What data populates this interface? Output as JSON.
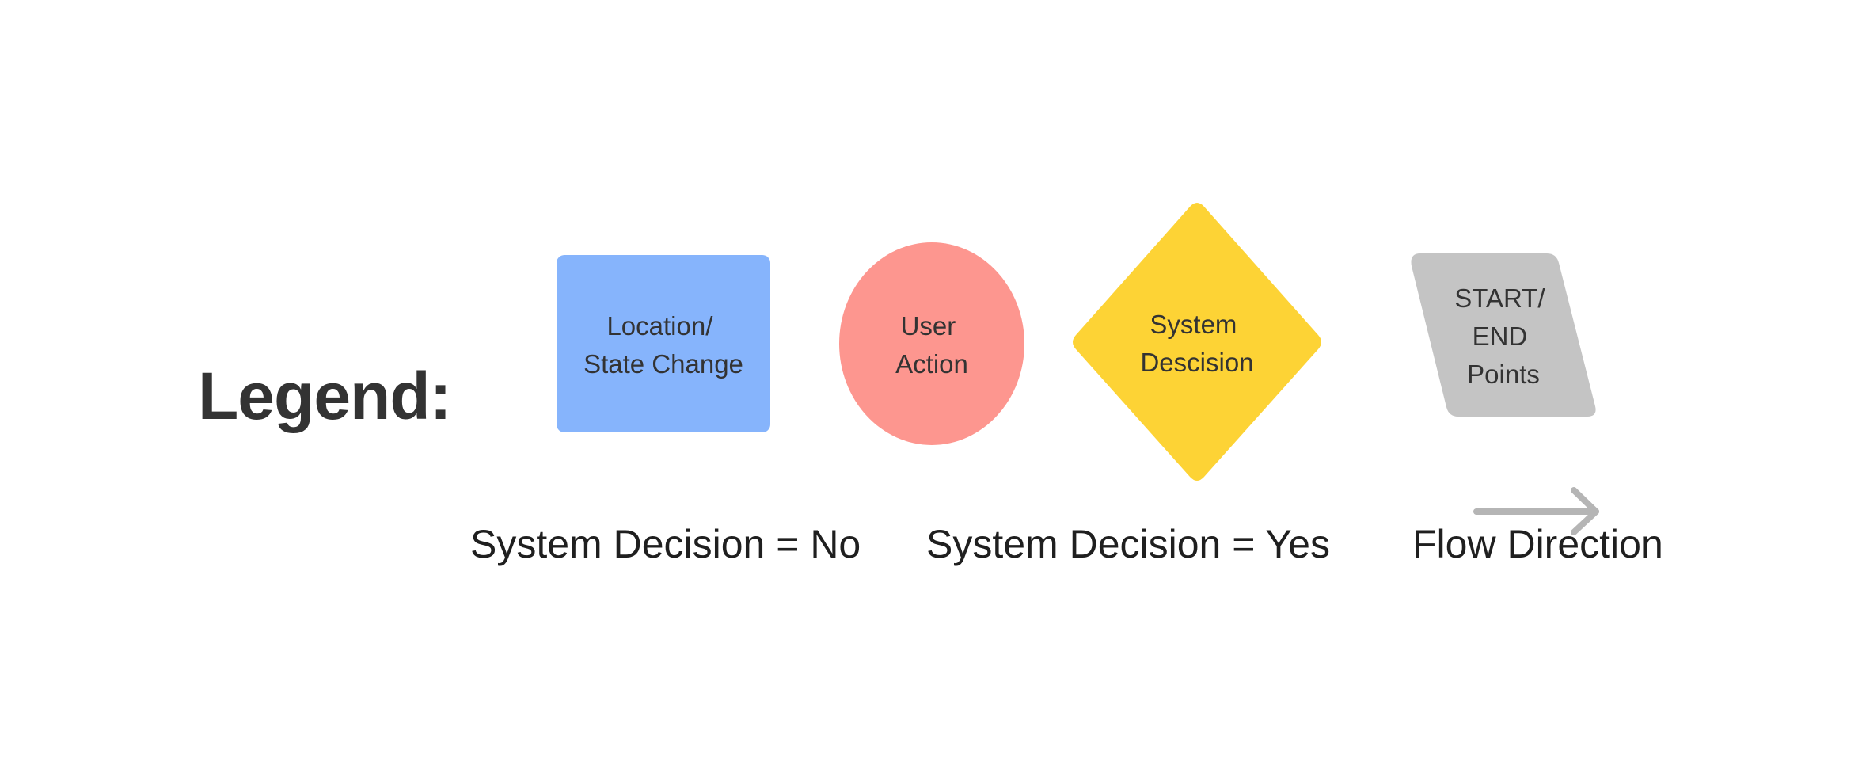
{
  "legend": {
    "title": "Legend:"
  },
  "shapes": [
    {
      "kind": "rounded-rectangle",
      "color": "#86b4fc",
      "lines": [
        "Location/",
        "State Change"
      ]
    },
    {
      "kind": "ellipse",
      "color": "#fd968f",
      "lines": [
        "User",
        "Action"
      ]
    },
    {
      "kind": "diamond",
      "color": "#fdd335",
      "lines": [
        "System",
        "Descision"
      ]
    },
    {
      "kind": "parallelogram",
      "color": "#c4c4c4",
      "lines": [
        "START/",
        "END",
        "Points"
      ]
    }
  ],
  "captions": {
    "no": "System Decision = No",
    "yes": "System Decision = Yes",
    "flow": "Flow Direction"
  },
  "colors": {
    "text": "#333333",
    "arrow": "#b5b5b5",
    "background": "#ffffff"
  },
  "icons": {
    "flow_arrow": "arrow-right-icon"
  }
}
